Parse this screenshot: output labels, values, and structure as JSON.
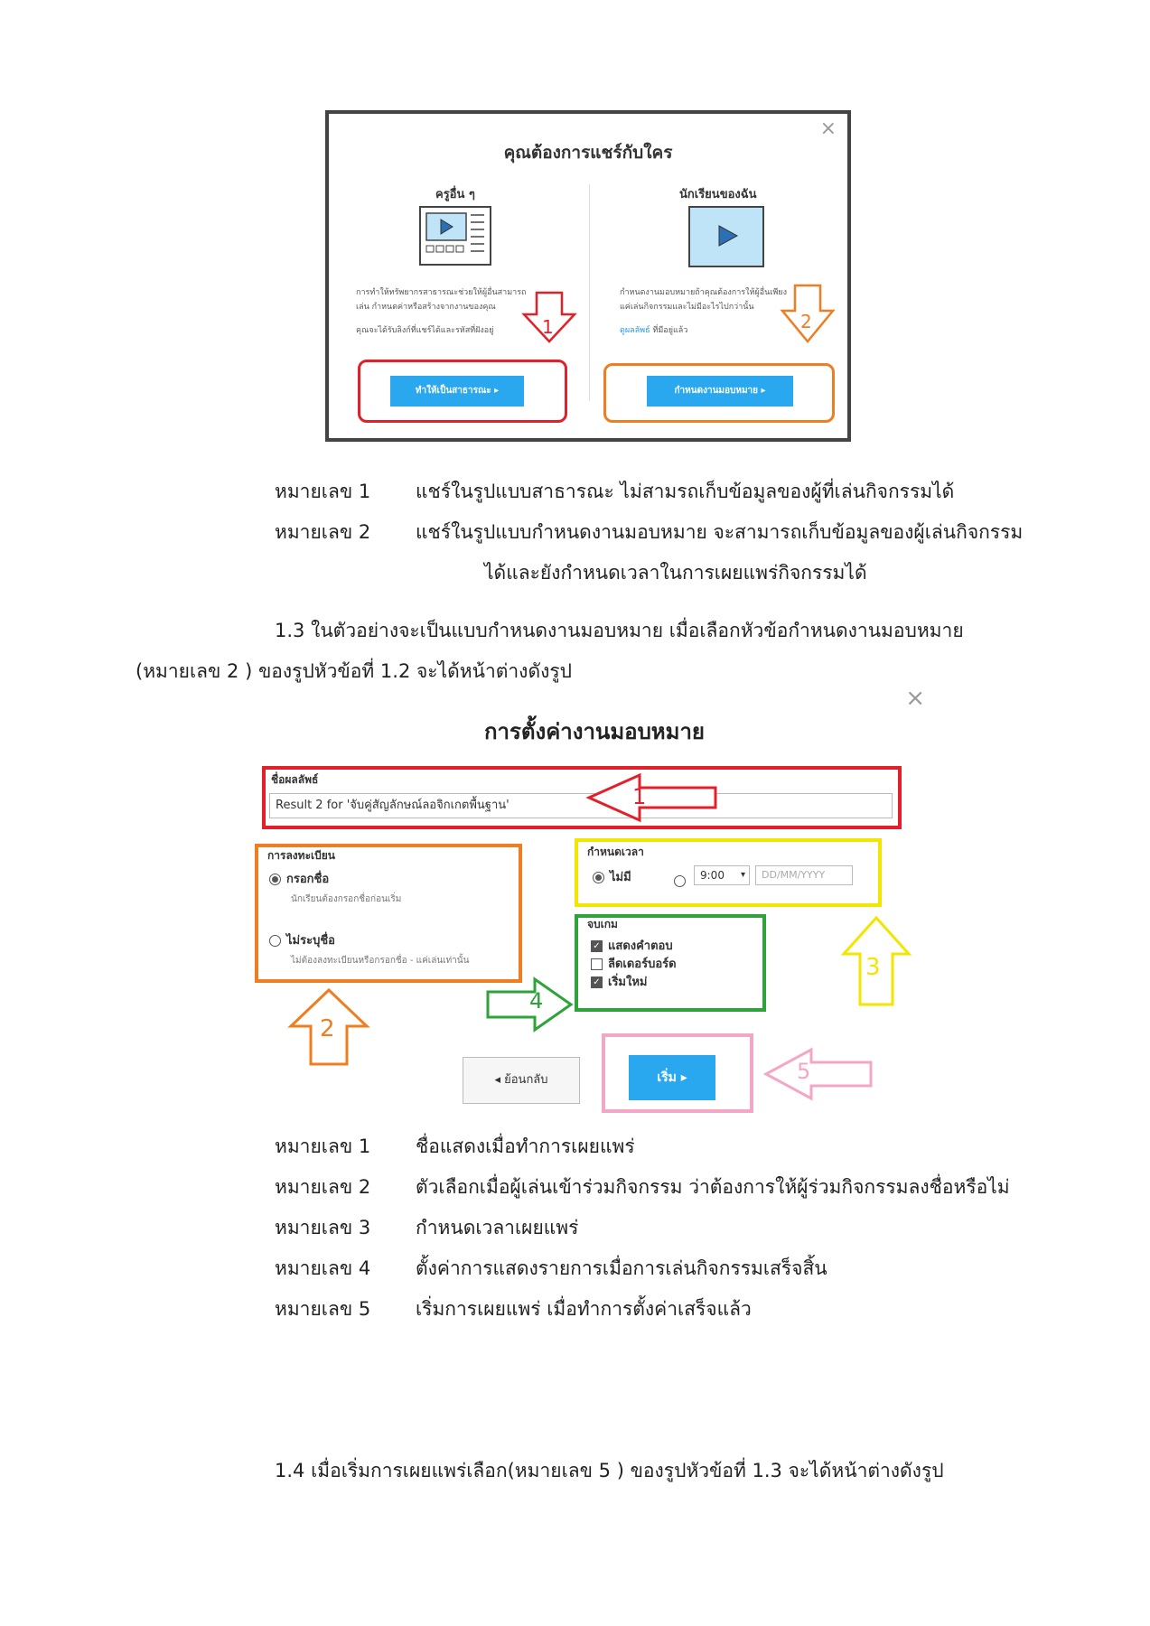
{
  "figure1": {
    "title": "คุณต้องการแชร์กับใคร",
    "left": {
      "title": "ครูอื่น ๆ",
      "desc_line1": "การทำให้ทรัพยากรสาธารณะช่วยให้ผู้อื่นสามารถ",
      "desc_line2": "เล่น กำหนดค่าหรือสร้างจากงานของคุณ",
      "note": "คุณจะได้รับลิงก์ที่แชร์ได้และรหัสที่ฝังอยู่",
      "button": "ทำให้เป็นสาธารณะ ▸"
    },
    "right": {
      "title": "นักเรียนของฉัน",
      "desc_line1": "กำหนดงานมอบหมายถ้าคุณต้องการให้ผู้อื่นเพียง",
      "desc_line2": "แค่เล่นกิจกรรมและไม่มีอะไรไปกว่านั้น",
      "note_link": "ดูผลลัพธ์",
      "note_rest": " ที่มีอยู่แล้ว",
      "button": "กำหนดงานมอบหมาย ▸"
    },
    "close": "×",
    "markers": [
      "1",
      "2"
    ],
    "colors": {
      "red": "#e3202a",
      "orange": "#ef7d22",
      "button": "#29a8ef"
    }
  },
  "caption1": [
    {
      "key": "หมายเลข 1",
      "value": "แชร์ในรูปแบบสาธารณะ ไม่สามรถเก็บข้อมูลของผู้ที่เล่นกิจกรรมได้"
    },
    {
      "key": "หมายเลข 2",
      "value": "แชร์ในรูปแบบกำหนดงานมอบหมาย จะสามารถเก็บข้อมูลของผู้เล่นกิจกรรม",
      "value2": "ได้และยังกำหนดเวลาในการเผยแพร่กิจกรรมได้"
    }
  ],
  "para13": {
    "line1": "1.3 ในตัวอย่างจะเป็นแบบกำหนดงานมอบหมาย เมื่อเลือกหัวข้อกำหนดงานมอบหมาย",
    "line2": "(หมายเลข 2 ) ของรูปหัวข้อที่ 1.2 จะได้หน้าต่างดังรูป"
  },
  "figure2": {
    "title": "การตั้งค่างานมอบหมาย",
    "close": "×",
    "result_label": "ชื่อผลลัพธ์",
    "result_value": "Result 2 for 'จับคู่สัญลักษณ์ลอจิกเกตพื้นฐาน'",
    "register_label": "การลงทะเบียน",
    "opt_name": "กรอกชื่อ",
    "opt_name_hint": "นักเรียนต้องกรอกชื่อก่อนเริ่ม",
    "opt_anon": "ไม่ระบุชื่อ",
    "opt_anon_hint": "ไม่ต้องลงทะเบียนหรือกรอกชื่อ - แค่เล่นเท่านั้น",
    "deadline_label": "กำหนดเวลา",
    "opt_none": "ไม่มี",
    "time_value": "9:00",
    "date_placeholder": "DD/MM/YYYY",
    "end_label": "จบเกม",
    "chk_answers": "แสดงคำตอบ",
    "chk_leaderboard": "ลีดเดอร์บอร์ด",
    "chk_restart": "เริ่มใหม่",
    "back_button": "◂  ย้อนกลับ",
    "start_button": "เริ่ม ▸",
    "markers": [
      "1",
      "2",
      "3",
      "4",
      "5"
    ],
    "colors": {
      "red": "#e3202a",
      "orange": "#ef7d22",
      "yellow": "#f2e600",
      "green": "#2ea33a",
      "pink": "#f4a6c6"
    }
  },
  "caption2": [
    {
      "key": "หมายเลข 1",
      "value": "ชื่อแสดงเมื่อทำการเผยแพร่"
    },
    {
      "key": "หมายเลข 2",
      "value": "ตัวเลือกเมื่อผู้เล่นเข้าร่วมกิจกรรม ว่าต้องการให้ผู้ร่วมกิจกรรมลงชื่อหรือไม่"
    },
    {
      "key": "หมายเลข 3",
      "value": "กำหนดเวลาเผยแพร่"
    },
    {
      "key": "หมายเลข 4",
      "value": "ตั้งค่าการแสดงรายการเมื่อการเล่นกิจกรรมเสร็จสิ้น"
    },
    {
      "key": "หมายเลข 5",
      "value": "เริ่มการเผยแพร่ เมื่อทำการตั้งค่าเสร็จแล้ว"
    }
  ],
  "para14": "1.4 เมื่อเริ่มการเผยแพร่เลือก(หมายเลข 5 ) ของรูปหัวข้อที่ 1.3 จะได้หน้าต่างดังรูป"
}
